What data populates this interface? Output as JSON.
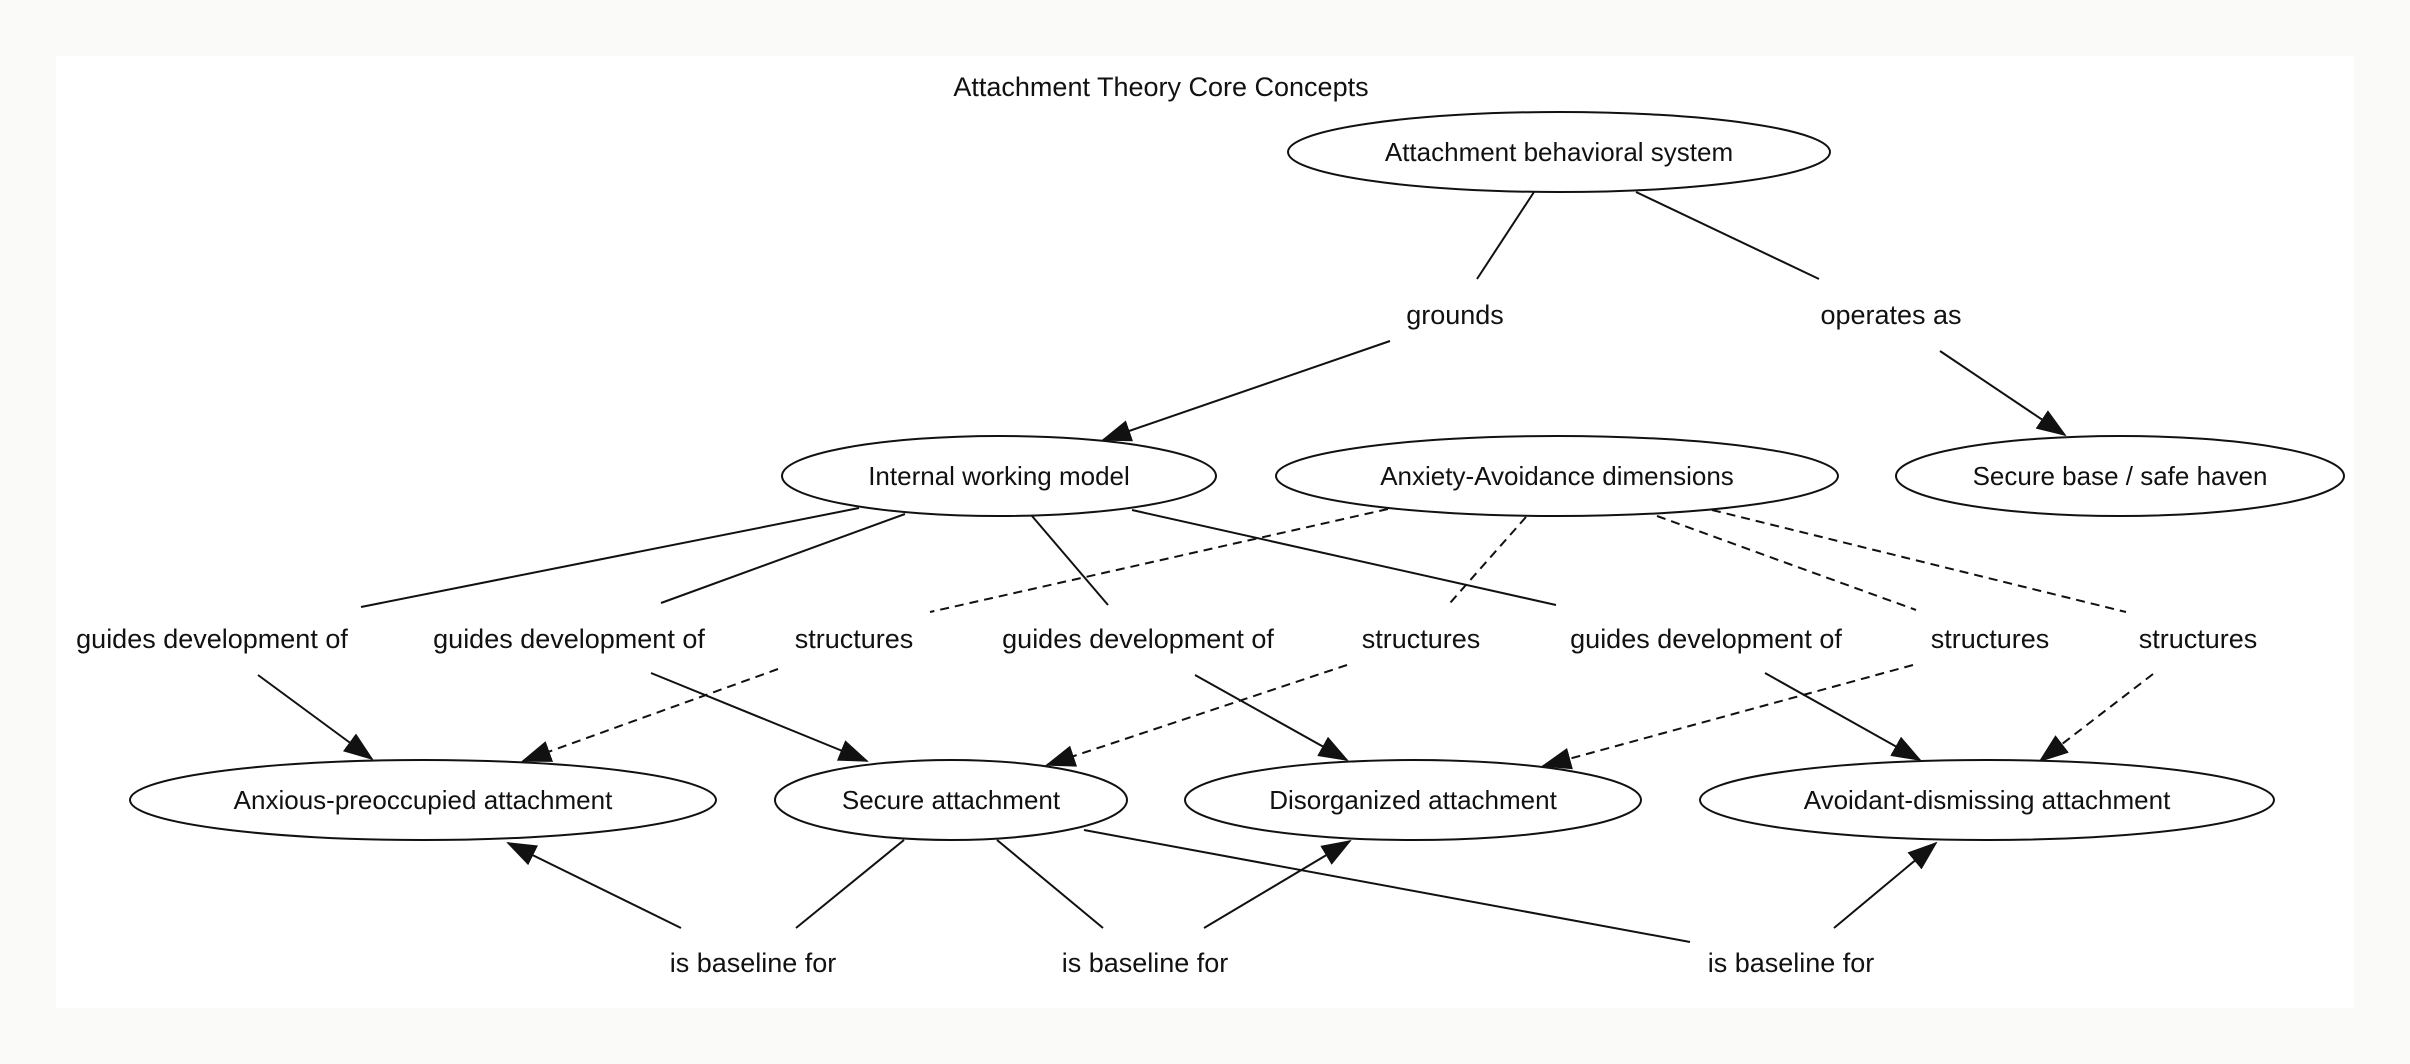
{
  "title": "Attachment Theory Core Concepts",
  "colors": {
    "background": "#fafaf8",
    "canvas": "#ffffff",
    "ink": "#111111"
  },
  "nodes": {
    "behavioral_system": "Attachment behavioral system",
    "internal_working_model": "Internal working model",
    "anxiety_avoidance": "Anxiety-Avoidance dimensions",
    "secure_base": "Secure base / safe haven",
    "anxious_preoccupied": "Anxious-preoccupied attachment",
    "secure": "Secure attachment",
    "disorganized": "Disorganized attachment",
    "avoidant_dismissing": "Avoidant-dismissing attachment"
  },
  "edges": [
    {
      "id": "grounds",
      "from": "behavioral_system",
      "to": "internal_working_model",
      "label": "grounds",
      "style": "solid"
    },
    {
      "id": "operates",
      "from": "behavioral_system",
      "to": "secure_base",
      "label": "operates as",
      "style": "solid"
    },
    {
      "id": "gd_anxious",
      "from": "internal_working_model",
      "to": "anxious_preoccupied",
      "label": "guides development of",
      "style": "solid"
    },
    {
      "id": "gd_secure",
      "from": "internal_working_model",
      "to": "secure",
      "label": "guides development of",
      "style": "solid"
    },
    {
      "id": "gd_disorg",
      "from": "internal_working_model",
      "to": "disorganized",
      "label": "guides development of",
      "style": "solid"
    },
    {
      "id": "gd_avoid",
      "from": "internal_working_model",
      "to": "avoidant_dismissing",
      "label": "guides development of",
      "style": "solid"
    },
    {
      "id": "st_anxious",
      "from": "anxiety_avoidance",
      "to": "anxious_preoccupied",
      "label": "structures",
      "style": "dashed"
    },
    {
      "id": "st_secure",
      "from": "anxiety_avoidance",
      "to": "secure",
      "label": "structures",
      "style": "dashed"
    },
    {
      "id": "st_disorg",
      "from": "anxiety_avoidance",
      "to": "disorganized",
      "label": "structures",
      "style": "dashed"
    },
    {
      "id": "st_avoid",
      "from": "anxiety_avoidance",
      "to": "avoidant_dismissing",
      "label": "structures",
      "style": "dashed"
    },
    {
      "id": "bl_anxious",
      "from": "secure",
      "to": "anxious_preoccupied",
      "label": "is baseline for",
      "style": "solid"
    },
    {
      "id": "bl_disorg",
      "from": "secure",
      "to": "disorganized",
      "label": "is baseline for",
      "style": "solid"
    },
    {
      "id": "bl_avoid",
      "from": "secure",
      "to": "avoidant_dismissing",
      "label": "is baseline for",
      "style": "solid"
    }
  ]
}
